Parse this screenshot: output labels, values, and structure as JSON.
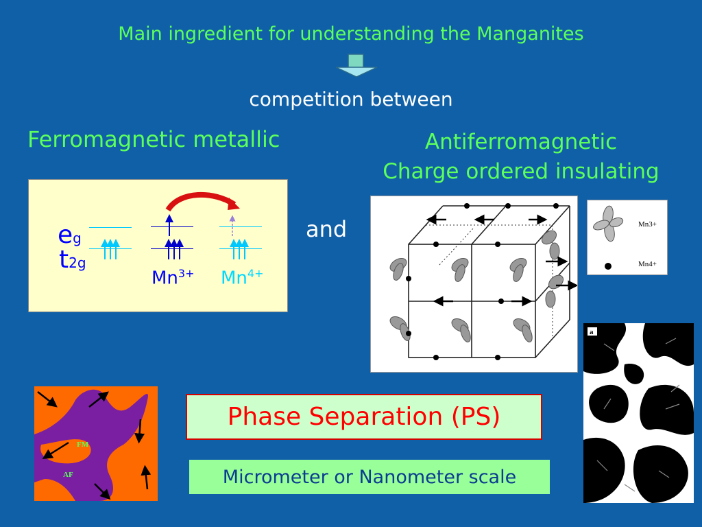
{
  "title": "Main ingredient for understanding the Manganites",
  "competition": "competition between",
  "fm_heading": "Ferromagnetic metallic",
  "af_heading": {
    "line1": "Antiferromagnetic",
    "line2": "Charge ordered insulating"
  },
  "and_text": "and",
  "levels": {
    "e_label": "e",
    "e_sub": "g",
    "t_label": "t",
    "t_sub": "2g",
    "mn3_base": "Mn",
    "mn3_sup": "3+",
    "mn4_base": "Mn",
    "mn4_sup": "4+"
  },
  "legend": {
    "mn3": "Mn3+",
    "mn4": "Mn4+"
  },
  "micro_label": "a",
  "phase_map": {
    "fm": "FM",
    "af": "AF"
  },
  "ps_box": "Phase Separation (PS)",
  "scale_box": "Micrometer or Nanometer scale",
  "colors": {
    "background": "#1060a8",
    "heading_green": "#5cff5c",
    "ps_red": "#ff0000",
    "fm_orange": "#ff6a00",
    "af_purple": "#7a1fa2",
    "mn3_blue": "#0000ff",
    "mn4_cyan": "#00d8ff"
  }
}
